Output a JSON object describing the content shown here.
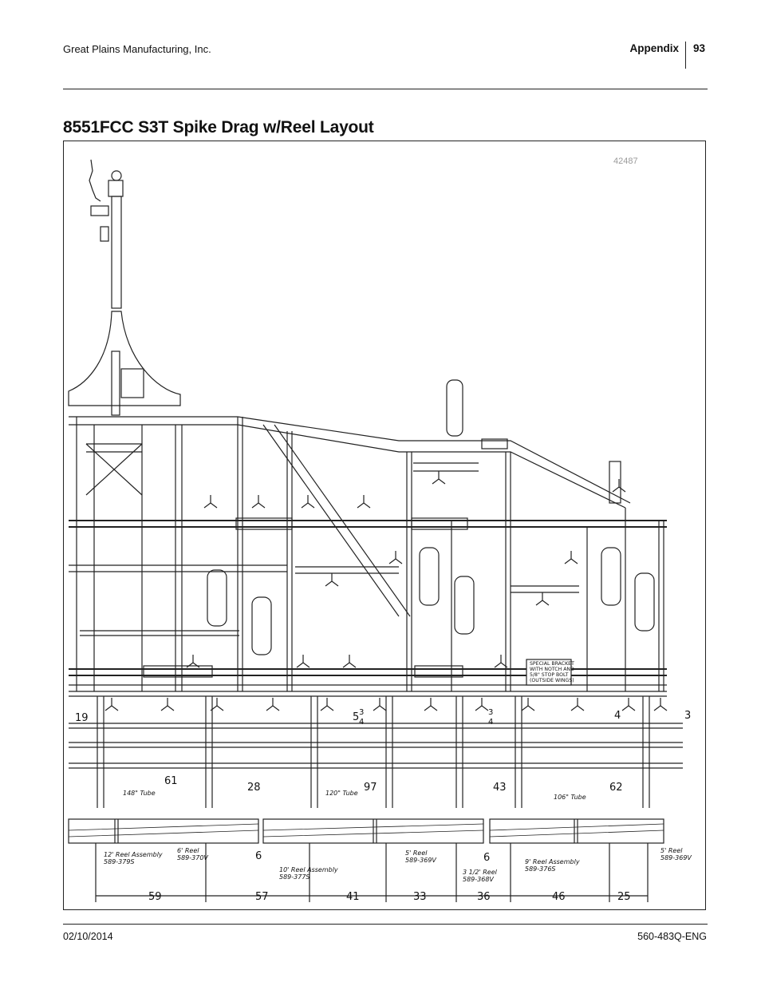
{
  "header": {
    "company": "Great Plains Manufacturing, Inc.",
    "section": "Appendix",
    "page": "93"
  },
  "title": "8551FCC S3T Spike Drag w/Reel Layout",
  "figure": {
    "number": "42487",
    "note_lines": [
      "SPECIAL BRACKET",
      "WITH NOTCH AND",
      "5/8\" STOP BOLT",
      "(OUTSIDE WINGS)"
    ],
    "tubes": [
      "148\" Tube",
      "120\" Tube",
      "106\" Tube"
    ],
    "reels": {
      "r12": "12' Reel Assembly",
      "r12_part": "589-379S",
      "r6": "6' Reel",
      "r6_part": "589-370V",
      "r10": "10' Reel Assembly",
      "r10_part": "589-377S",
      "r5a": "5' Reel",
      "r5a_part": "589-369V",
      "r3": "3 1/2' Reel",
      "r3_part": "589-368V",
      "r9": "9' Reel Assembly",
      "r9_part": "589-376S",
      "r5b": "5' Reel",
      "r5b_part": "589-369V"
    },
    "dims_row1": [
      "19",
      "5",
      "3",
      "4",
      "3",
      "4",
      "4",
      "3"
    ],
    "dims_row2": [
      "61",
      "28",
      "97",
      "43",
      "62"
    ],
    "dims_small": [
      "6",
      "6"
    ],
    "dims_bottom": [
      "59",
      "57",
      "41",
      "33",
      "36",
      "46",
      "25"
    ]
  },
  "footer": {
    "date": "02/10/2014",
    "doc_number": "560-483Q-ENG"
  }
}
